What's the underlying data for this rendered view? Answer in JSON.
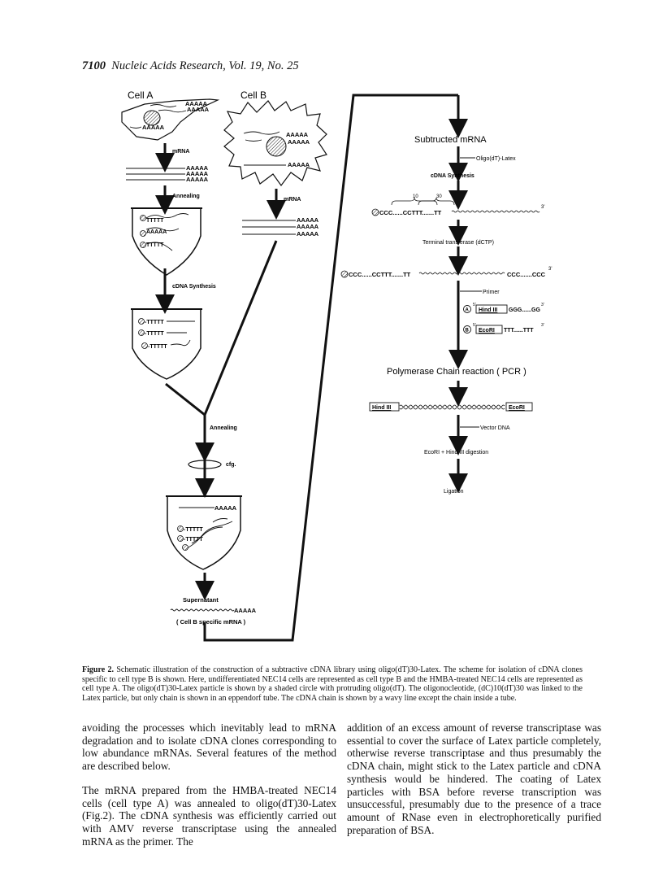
{
  "header": {
    "page_number": "7100",
    "journal": "Nucleic Acids Research, Vol. 19, No. 25"
  },
  "figure": {
    "cell_a": "Cell A",
    "cell_b": "Cell B",
    "polya": "AAAAA",
    "mrna": "mRNA",
    "annealing": "Annealing",
    "cdna_synthesis": "cDNA Synthesis",
    "cfg": "cfg.",
    "supernatant": "Supernatant",
    "cell_b_specific": "( Cell B specific mRNA )",
    "oligo_dt": "-TTTTT",
    "subtructed_mrna": "Subtructed mRNA",
    "oligo_latex": "Oligo(dT)-Latex",
    "num_10": "10",
    "num_30": "30",
    "ccc_strand": "CCC......CCTTT.......TT",
    "three_prime": "3'",
    "five_prime": "5'",
    "terminal_transferase": "Terminal transferase (dCTP)",
    "ccc_end": "CCC.......CCC",
    "primer": "Primer",
    "primer_a_label": "A",
    "hind_iii": "Hind III",
    "primer_a_seq": "GGG......GG",
    "primer_b_label": "B",
    "ecori": "EcoRI",
    "primer_b_seq": "TTT......TTT",
    "pcr": "Polymerase Chain reaction ( PCR )",
    "vector_dna": "Vector DNA",
    "digestion": "EcoRI + Hind III digestion",
    "ligation": "Ligation"
  },
  "caption": {
    "label": "Figure 2.",
    "text": "Schematic illustration of the construction of a subtractive cDNA library using oligo(dT)30-Latex. The scheme for isolation of cDNA clones specific to cell type B is shown. Here, undifferentiated NEC14 cells are represented as cell type B and the HMBA-treated NEC14 cells are represented as cell type A. The oligo(dT)30-Latex particle is shown by a shaded circle with protruding oligo(dT). The oligonocleotide, (dC)10(dT)30 was linked to the Latex particle, but only chain is shown in an eppendorf tube. The cDNA chain is shown by a wavy line except the chain inside a tube."
  },
  "body": {
    "left_p1": "avoiding the processes which inevitably lead to mRNA degradation and to isolate cDNA clones corresponding to low abundance mRNAs. Several features of the method are described below.",
    "left_p2": "The mRNA prepared from the HMBA-treated NEC14 cells (cell type A) was annealed to oligo(dT)30-Latex (Fig.2). The cDNA synthesis was efficiently carried out with AMV reverse transcriptase using the annealed mRNA as the primer. The",
    "right_p1": "addition of an excess amount of reverse transcriptase was essential to cover the surface of Latex particle completely, otherwise reverse transcriptase and thus presumably the cDNA chain, might stick to the Latex particle and cDNA synthesis would be hindered. The coating of Latex particles with BSA before reverse transcription was unsuccessful, presumably due to the presence of a trace amount of RNase even in electrophoretically purified preparation of BSA."
  }
}
